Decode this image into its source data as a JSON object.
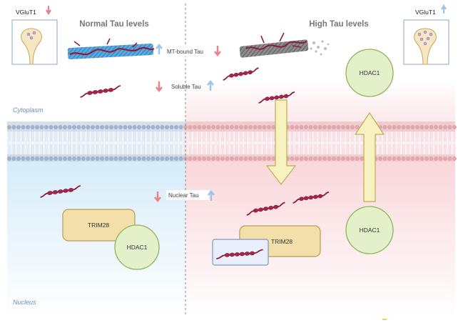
{
  "left_panel": {
    "title": "Normal Tau levels",
    "vglut_label": "VGluT1"
  },
  "right_panel": {
    "title": "High Tau levels",
    "vglut_label": "VGluT1"
  },
  "center_labels": {
    "mt_bound": "MT-bound Tau",
    "soluble": "Soluble Tau",
    "nuclear": "Nuclear Tau"
  },
  "compartments": {
    "cytoplasm": "Cytoplasm",
    "nucleus": "Nucleus"
  },
  "proteins": {
    "trim28_left": "TRIM28",
    "hdac1_left": "HDAC1",
    "hdac1_top_right": "HDAC1",
    "hdac1_bottom_right": "HDAC1",
    "trim28_right": "TRIM28"
  },
  "colors": {
    "arrow_down_red": "#e8838a",
    "arrow_up_blue": "#9cc6e8",
    "tau_strand": "#8c1d3c",
    "trim28_fill": "#f2dfaa",
    "hdac1_fill": "#e3f0c9",
    "big_arrow_fill": "#f7f2c0",
    "membrane_blue": "#b4c5db",
    "membrane_red": "#eab9be",
    "nucleus_blue": "#dff0fb",
    "nucleus_red": "#fbe0e2"
  }
}
